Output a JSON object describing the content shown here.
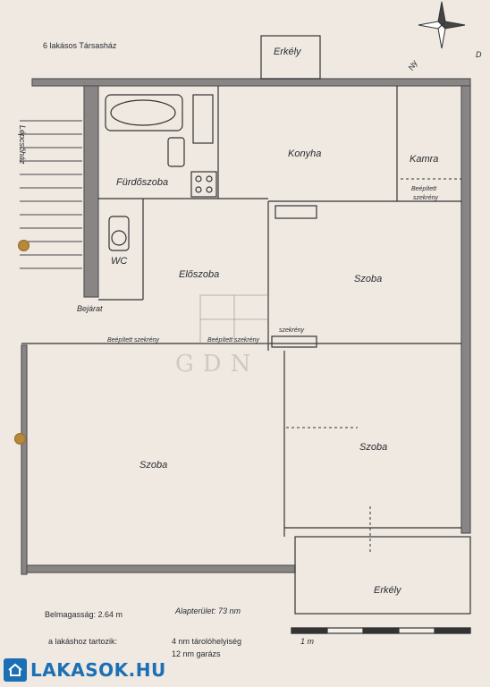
{
  "building": "6 lakásos Társasház",
  "stairs": "Lépcsőház",
  "north": "Ny",
  "compass_label": "D",
  "rooms": {
    "balcony_top": "Erkély",
    "kitchen": "Konyha",
    "pantry": "Kamra",
    "bathroom": "Fürdőszoba",
    "wc": "WC",
    "hall": "Előszoba",
    "room_right": "Szoba",
    "room_big_left": "Szoba",
    "room_big_right": "Szoba",
    "balcony_bottom": "Erkély"
  },
  "built_in_1": "Beépített",
  "built_in_2": "szekrény",
  "wardrobe_left": "Beépített szekrény",
  "wardrobe_mid": "Beépített szekrény",
  "wardrobe_small": "szekrény",
  "entrance": "Bejárat",
  "watermark": "GDN",
  "ceiling_height": "Belmagasság: 2.64 m",
  "floor_area": "Alapterület: 73 nm",
  "belongs_label": "a lakáshoz tartozik:",
  "storage": "4 nm tárolóhelyiség",
  "garage": "12 nm garázs",
  "scale": "1 m",
  "brand": "LAKASOK.HU"
}
